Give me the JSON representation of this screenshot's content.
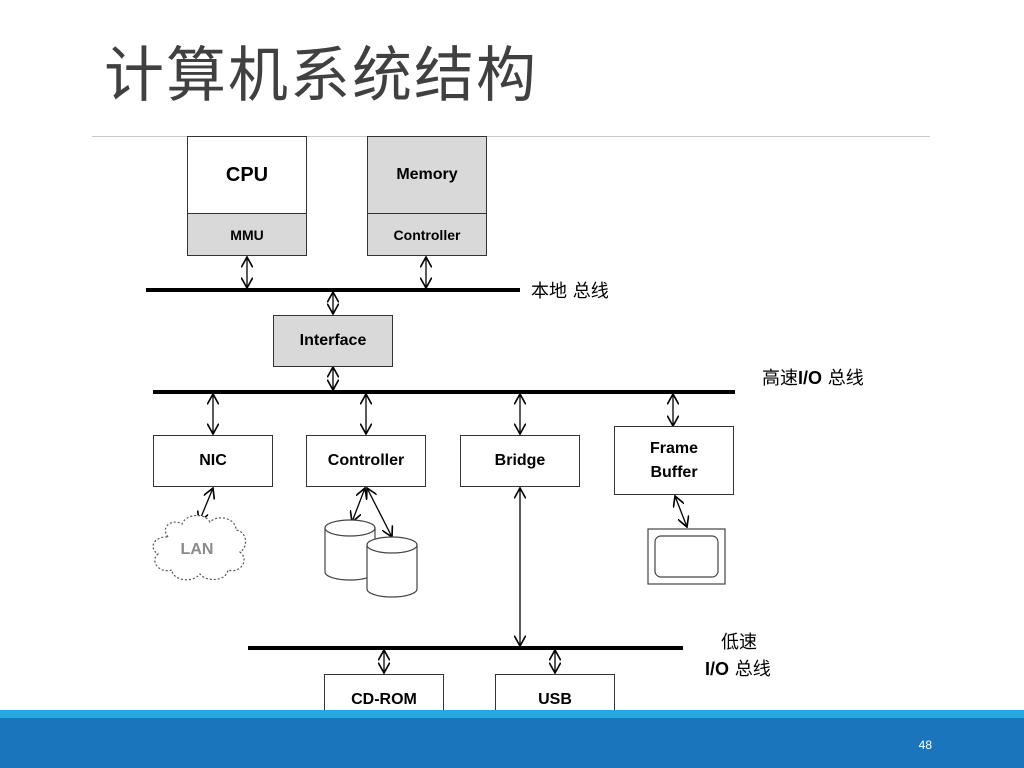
{
  "slide": {
    "title": "计算机系统结构",
    "page_number": "48"
  },
  "boxes": {
    "cpu": "CPU",
    "mmu": "MMU",
    "memory": "Memory",
    "memory_controller": "Controller",
    "interface": "Interface",
    "nic": "NIC",
    "disk_controller": "Controller",
    "bridge": "Bridge",
    "frame_buffer_1": "Frame",
    "frame_buffer_2": "Buffer",
    "cdrom": "CD-ROM",
    "usb": "USB",
    "lan": "LAN"
  },
  "buses": {
    "local": "本地 总线",
    "highspeed_prefix": "高速",
    "highspeed_io": "I/O",
    "highspeed_suffix": " 总线",
    "lowspeed_line1": "低速",
    "lowspeed_io": "I/O",
    "lowspeed_suffix": " 总线"
  }
}
